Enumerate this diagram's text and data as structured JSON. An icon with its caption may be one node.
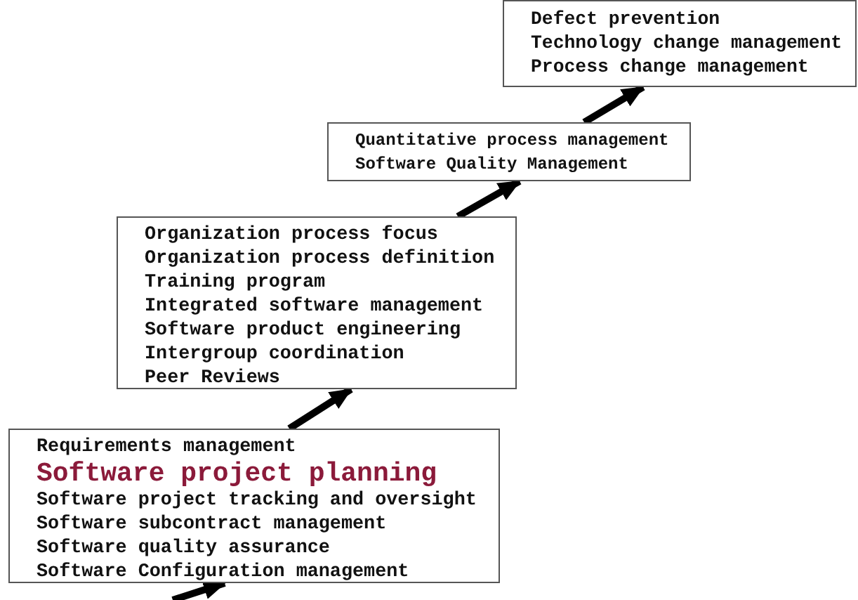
{
  "diagram": {
    "nodes": [
      {
        "text": [
          "Requirements management",
          "Software project planning",
          "Software project tracking and oversight",
          "Software subcontract management",
          "Software quality assurance",
          "Software Configuration management"
        ]
      },
      {
        "text": [
          "Organization process focus",
          "Organization process definition",
          "Training program",
          "Integrated software management",
          "Software product engineering",
          "Intergroup coordination",
          "Peer Reviews"
        ]
      },
      {
        "text": [
          "Quantitative process management",
          "Software Quality Management"
        ]
      },
      {
        "text": [
          "Defect prevention",
          "Technology change management",
          "Process change management"
        ]
      }
    ],
    "edges": [
      {
        "from": null,
        "to": 0,
        "arrow": "to"
      },
      {
        "from": 0,
        "to": 1,
        "arrow": "to"
      },
      {
        "from": 1,
        "to": 2,
        "arrow": "to"
      },
      {
        "from": 2,
        "to": 3,
        "arrow": "to"
      }
    ]
  }
}
